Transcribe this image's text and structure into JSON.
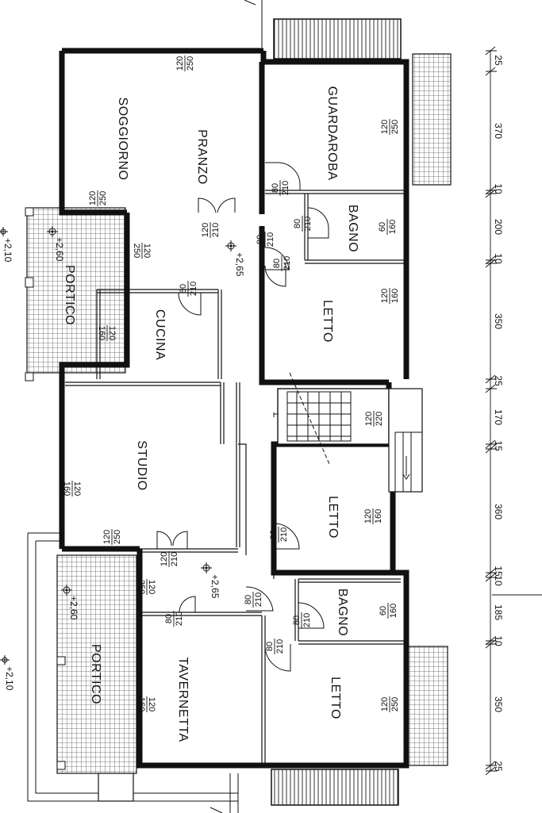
{
  "rooms": {
    "soggiorno": "SOGGIORNO",
    "pranzo": "PRANZO",
    "guardaroba": "GUARDAROBA",
    "bagno_top": "BAGNO",
    "letto_top": "LETTO",
    "portico_top": "PORTICO",
    "cucina": "CUCINA",
    "studio": "STUDIO",
    "letto_mid": "LETTO",
    "bagno_bottom": "BAGNO",
    "letto_bottom": "LETTO",
    "tavernetta": "TAVERNETTA",
    "portico_bottom": "PORTICO"
  },
  "openings": {
    "win_soggiorno": [
      "120",
      "250"
    ],
    "win_soggiorno_side": [
      "120",
      "250"
    ],
    "door_pranzo": [
      "120",
      "210"
    ],
    "win_hall_top": [
      "120",
      "250"
    ],
    "door_guardaroba": [
      "80",
      "210"
    ],
    "win_guardaroba": [
      "120",
      "250"
    ],
    "door_bagno_top": [
      "80",
      "210"
    ],
    "win_bagno_top": [
      "60",
      "160"
    ],
    "door_letto_top_a": [
      "80",
      "210"
    ],
    "door_letto_top_b": [
      "80",
      "210"
    ],
    "win_letto_top": [
      "120",
      "160"
    ],
    "door_cucina": [
      "80",
      "210"
    ],
    "win_cucina": [
      "120",
      "160"
    ],
    "win_stair": [
      "120",
      "220"
    ],
    "win_studio": [
      "120",
      "160"
    ],
    "win_studio_side": [
      "120",
      "250"
    ],
    "door_hall_bottom": [
      "120",
      "210"
    ],
    "win_hall_bottom": [
      "120",
      "250"
    ],
    "door_letto_mid": [
      "80",
      "210"
    ],
    "win_letto_mid": [
      "120",
      "160"
    ],
    "door_hall_side": [
      "80",
      "210"
    ],
    "door_bagno_bottom": [
      "80",
      "210"
    ],
    "win_bagno_bottom": [
      "60",
      "160"
    ],
    "door_tavernetta": [
      "80",
      "210"
    ],
    "door_letto_bottom": [
      "80",
      "210"
    ],
    "win_letto_bottom": [
      "120",
      "250"
    ],
    "win_tavernetta": [
      "120",
      "160"
    ]
  },
  "levels": {
    "hall_top": "+2,65",
    "hall_bottom": "+2,65",
    "portico_top": "+2,60",
    "portico_bottom": "+2,60",
    "ext_top": "+2,10",
    "ext_bottom": "+2,10"
  },
  "dimensions": [
    "25",
    "370",
    "10",
    "200",
    "10",
    "350",
    "25",
    "170",
    "15",
    "360",
    "15",
    "10",
    "185",
    "10",
    "350",
    "25"
  ]
}
